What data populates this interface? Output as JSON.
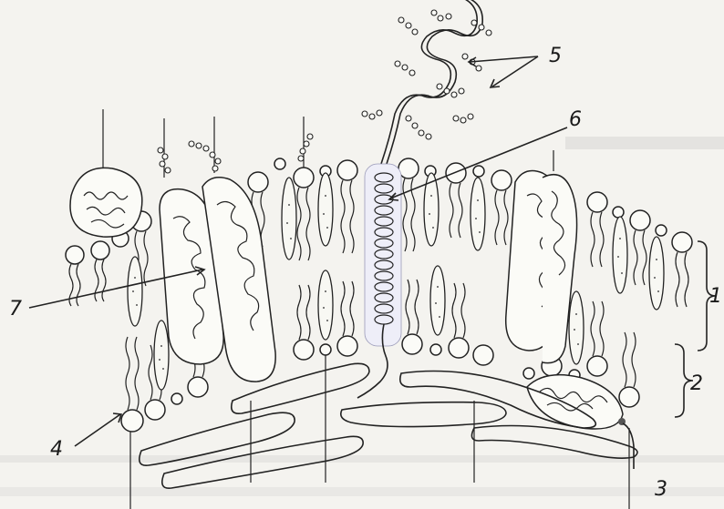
{
  "diagram": {
    "labels": [
      {
        "id": "1",
        "text": "1"
      },
      {
        "id": "2",
        "text": "2"
      },
      {
        "id": "3",
        "text": "3"
      },
      {
        "id": "4",
        "text": "4"
      },
      {
        "id": "5",
        "text": "5"
      },
      {
        "id": "6",
        "text": "6"
      },
      {
        "id": "7",
        "text": "7"
      }
    ]
  }
}
